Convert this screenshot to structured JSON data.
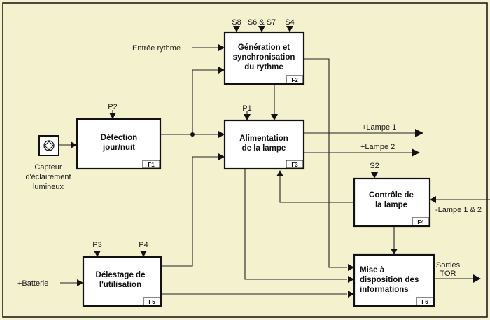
{
  "colors": {
    "background": "#f4f1cf",
    "box_fill": "#ffffff",
    "stroke": "#111111"
  },
  "blocks": {
    "f1": {
      "lines": [
        "Détection",
        "jour/nuit"
      ],
      "tag": "F1"
    },
    "f2": {
      "lines": [
        "Génération et",
        "synchronisation",
        "du rythme"
      ],
      "tag": "F2"
    },
    "f3": {
      "lines": [
        "Alimentation",
        "de la lampe"
      ],
      "tag": "F3"
    },
    "f4": {
      "lines": [
        "Contrôle de",
        "la lampe"
      ],
      "tag": "F4"
    },
    "f5": {
      "lines": [
        "Délestage de",
        "l'utilisation"
      ],
      "tag": "F5"
    },
    "f6": {
      "lines": [
        "Mise à",
        "disposition des",
        "informations"
      ],
      "tag": "F6"
    }
  },
  "sensor": {
    "lines": [
      "Capteur",
      "d'éclairement",
      "lumineux"
    ]
  },
  "labels": {
    "entree_rythme": "Entrée rythme",
    "batterie": "+Batterie",
    "lampe1": "+Lampe 1",
    "lampe2": "+Lampe 2",
    "lampe12": "-Lampe 1 & 2",
    "sorties": [
      "Sorties",
      "TOR"
    ]
  },
  "params": {
    "p1": "P1",
    "p2": "P2",
    "p3": "P3",
    "p4": "P4",
    "s2": "S2",
    "s4": "S4",
    "s8": "S8",
    "s67": "S6 & S7"
  }
}
